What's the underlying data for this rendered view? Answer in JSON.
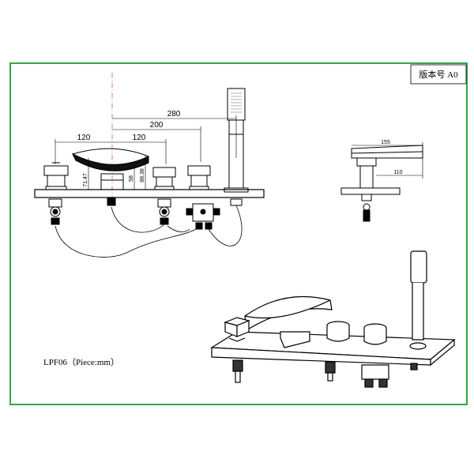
{
  "version_label": "版本号 A0",
  "caption": "LPF06（Piece:mm）",
  "dimensions": {
    "d280": "280",
    "d200": "200",
    "d120_left": "120",
    "d120_right": "120",
    "d71_47": "71.47",
    "d58": "58",
    "d88_38": "88.38",
    "d155": "155",
    "d110": "110"
  },
  "colors": {
    "frame": "#2fa84a",
    "line": "#000000",
    "centerline": "#e0564b"
  }
}
